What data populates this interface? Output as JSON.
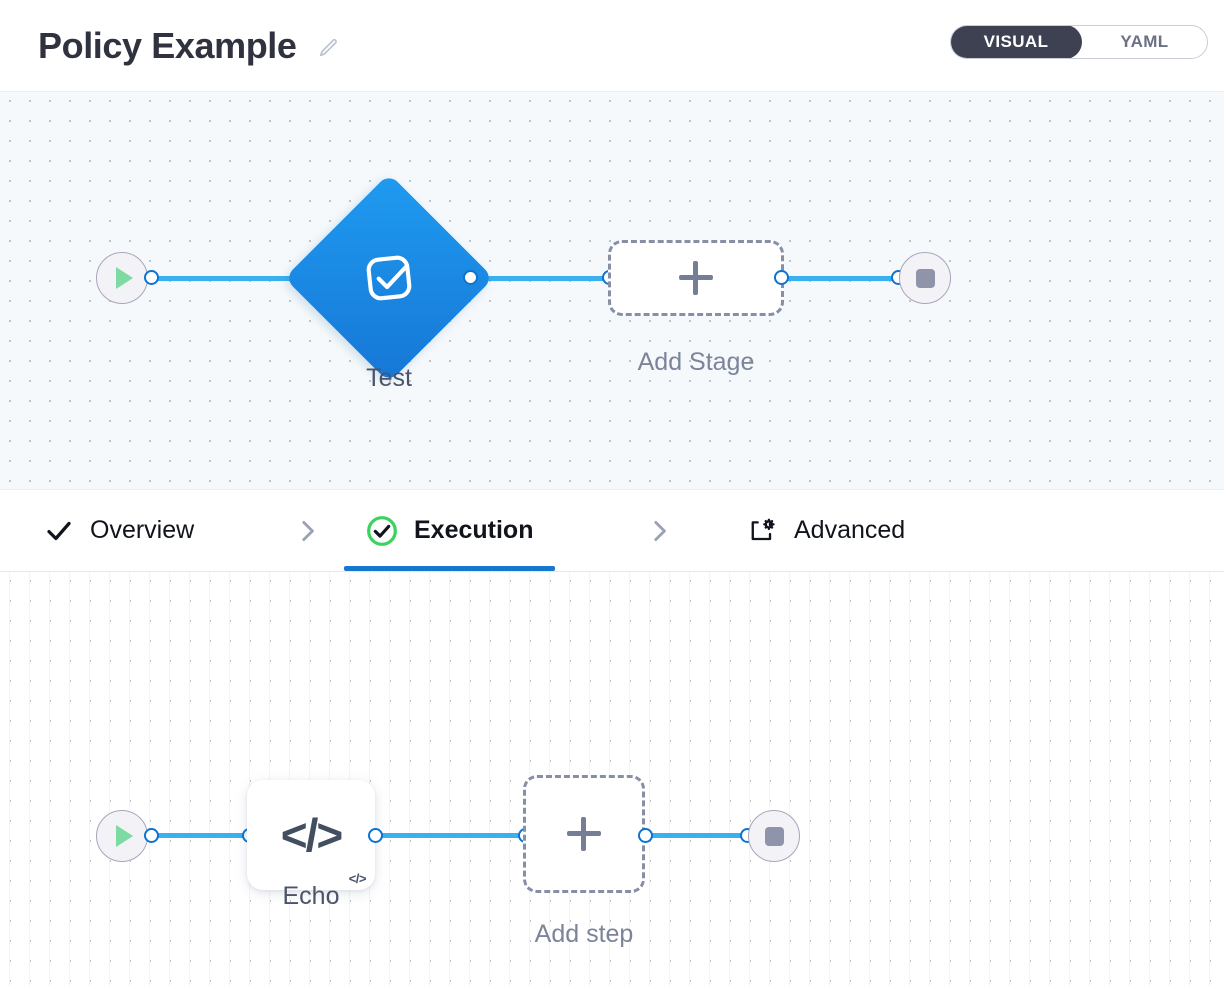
{
  "header": {
    "title": "Policy Example",
    "edit_icon": "pencil-icon",
    "mode_toggle": {
      "options": [
        "VISUAL",
        "YAML"
      ],
      "selected": "VISUAL",
      "visual_label": "VISUAL",
      "yaml_label": "YAML"
    }
  },
  "stage_canvas": {
    "start_node": {
      "icon": "play-icon",
      "name": "start"
    },
    "stage": {
      "label": "Test",
      "icon": "approval-check-icon",
      "shape": "diamond",
      "color": "#1a85e3"
    },
    "add_stage": {
      "label": "Add Stage",
      "icon": "plus-icon"
    },
    "end_node": {
      "icon": "stop-icon",
      "name": "end"
    },
    "edge_color": "#39b0ef",
    "background": "#f5f9fc"
  },
  "tabs": [
    {
      "label": "Overview",
      "icon": "check-icon",
      "active": false
    },
    {
      "label": "Execution",
      "icon": "check-circle-green-icon",
      "active": true
    },
    {
      "label": "Advanced",
      "icon": "advanced-settings-icon",
      "active": false
    }
  ],
  "tab_separator_icon": "chevron-right-icon",
  "active_tab_accent": "#1577ce",
  "execution_canvas": {
    "start_node": {
      "icon": "play-icon",
      "name": "start"
    },
    "step": {
      "label": "Echo",
      "icon": "code-brackets-icon",
      "badge": "</>",
      "glyph": "</>"
    },
    "add_step": {
      "label": "Add step",
      "icon": "plus-icon"
    },
    "end_node": {
      "icon": "stop-icon",
      "name": "end"
    },
    "edge_color": "#39b0ef",
    "background": "#ffffff"
  }
}
